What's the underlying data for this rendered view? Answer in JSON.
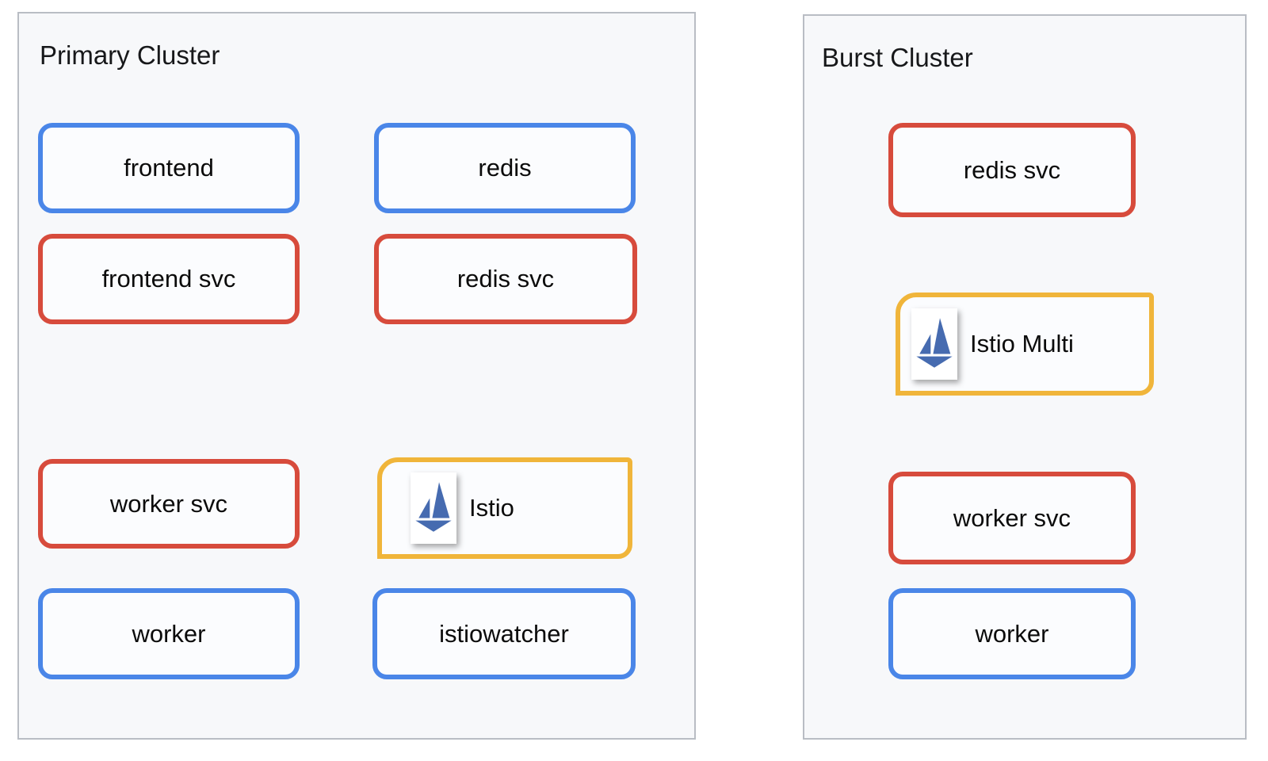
{
  "colors": {
    "blue": "#4a86e8",
    "red": "#d74b3c",
    "yellow": "#f0b53a",
    "panel-bg": "#f7f8fa",
    "panel-border": "#b9bdc4",
    "node-bg": "#fbfcfe",
    "istio-logo-blue": "#466bb0"
  },
  "primary_cluster": {
    "title": "Primary Cluster",
    "nodes": [
      {
        "label": "frontend",
        "border": "blue"
      },
      {
        "label": "redis",
        "border": "blue"
      },
      {
        "label": "frontend svc",
        "border": "red"
      },
      {
        "label": "redis svc",
        "border": "red"
      },
      {
        "label": "worker svc",
        "border": "red"
      },
      {
        "label": "Istio",
        "border": "yellow",
        "icon": "istio-sailboat-icon"
      },
      {
        "label": "worker",
        "border": "blue"
      },
      {
        "label": "istiowatcher",
        "border": "blue"
      }
    ]
  },
  "burst_cluster": {
    "title": "Burst Cluster",
    "nodes": [
      {
        "label": "redis svc",
        "border": "red"
      },
      {
        "label": "Istio Multi",
        "border": "yellow",
        "icon": "istio-sailboat-icon"
      },
      {
        "label": "worker svc",
        "border": "red"
      },
      {
        "label": "worker",
        "border": "blue"
      }
    ]
  }
}
